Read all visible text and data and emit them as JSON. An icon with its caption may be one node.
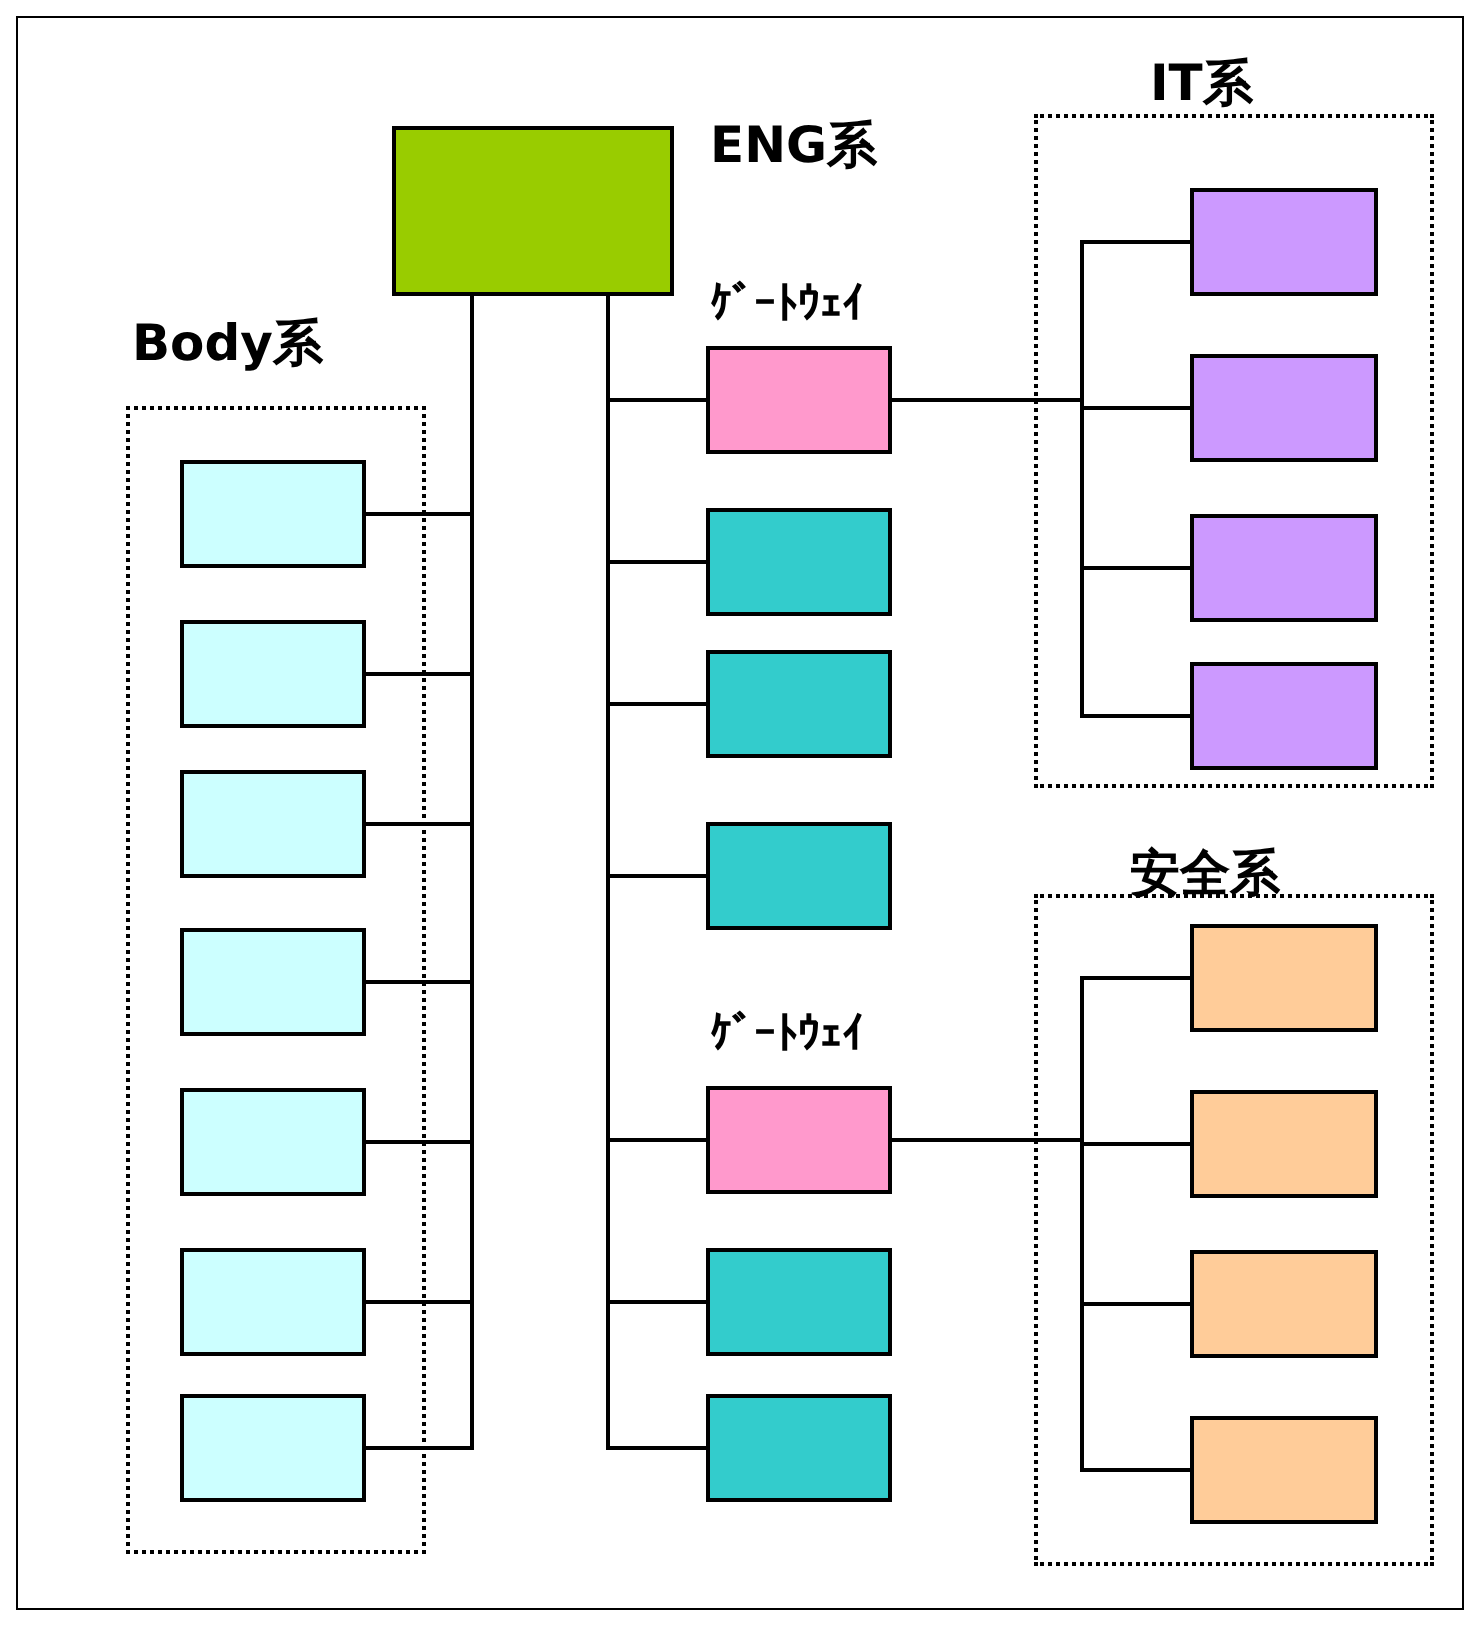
{
  "diagram": {
    "nodes": [
      {
        "text": [],
        "shape": "box",
        "beside": [
          "ENG系"
        ]
      },
      {
        "text": [
          "Body系"
        ]
      },
      {
        "text": [],
        "shape": "box",
        "in": 1
      },
      {
        "text": [],
        "shape": "box",
        "in": 1
      },
      {
        "text": [],
        "shape": "box",
        "in": 1
      },
      {
        "text": [],
        "shape": "box",
        "in": 1
      },
      {
        "text": [],
        "shape": "box",
        "in": 1
      },
      {
        "text": [],
        "shape": "box",
        "in": 1
      },
      {
        "text": [],
        "shape": "box",
        "in": 1
      },
      {
        "text": [],
        "shape": "box",
        "beside": [
          "ｹﾞｰﾄｳｪｲ"
        ]
      },
      {
        "text": [],
        "shape": "box"
      },
      {
        "text": [],
        "shape": "box"
      },
      {
        "text": [],
        "shape": "box"
      },
      {
        "text": [],
        "shape": "box",
        "beside": [
          "ｹﾞｰﾄｳｪｲ"
        ]
      },
      {
        "text": [],
        "shape": "box"
      },
      {
        "text": [],
        "shape": "box"
      },
      {
        "text": [
          "IT系"
        ]
      },
      {
        "text": [],
        "shape": "box",
        "in": 16
      },
      {
        "text": [],
        "shape": "box",
        "in": 16
      },
      {
        "text": [],
        "shape": "box",
        "in": 16
      },
      {
        "text": [],
        "shape": "box",
        "in": 16
      },
      {
        "text": [
          "安全系"
        ]
      },
      {
        "text": [],
        "shape": "box",
        "in": 21
      },
      {
        "text": [],
        "shape": "box",
        "in": 21
      },
      {
        "text": [],
        "shape": "box",
        "in": 21
      },
      {
        "text": [],
        "shape": "box",
        "in": 21
      }
    ],
    "edges": [
      {
        "from": 0,
        "to": 2,
        "arrow": "none"
      },
      {
        "from": 0,
        "to": 3,
        "arrow": "none"
      },
      {
        "from": 0,
        "to": 4,
        "arrow": "none"
      },
      {
        "from": 0,
        "to": 5,
        "arrow": "none"
      },
      {
        "from": 0,
        "to": 6,
        "arrow": "none"
      },
      {
        "from": 0,
        "to": 7,
        "arrow": "none"
      },
      {
        "from": 0,
        "to": 8,
        "arrow": "none"
      },
      {
        "from": 0,
        "to": 9,
        "arrow": "none"
      },
      {
        "from": 0,
        "to": 10,
        "arrow": "none"
      },
      {
        "from": 0,
        "to": 11,
        "arrow": "none"
      },
      {
        "from": 0,
        "to": 12,
        "arrow": "none"
      },
      {
        "from": 0,
        "to": 13,
        "arrow": "none"
      },
      {
        "from": 0,
        "to": 14,
        "arrow": "none"
      },
      {
        "from": 0,
        "to": 15,
        "arrow": "none"
      },
      {
        "from": 9,
        "to": 17,
        "arrow": "none"
      },
      {
        "from": 9,
        "to": 18,
        "arrow": "none"
      },
      {
        "from": 9,
        "to": 19,
        "arrow": "none"
      },
      {
        "from": 9,
        "to": 20,
        "arrow": "none"
      },
      {
        "from": 13,
        "to": 22,
        "arrow": "none"
      },
      {
        "from": 13,
        "to": 23,
        "arrow": "none"
      },
      {
        "from": 13,
        "to": 24,
        "arrow": "none"
      },
      {
        "from": 13,
        "to": 25,
        "arrow": "none"
      }
    ]
  }
}
